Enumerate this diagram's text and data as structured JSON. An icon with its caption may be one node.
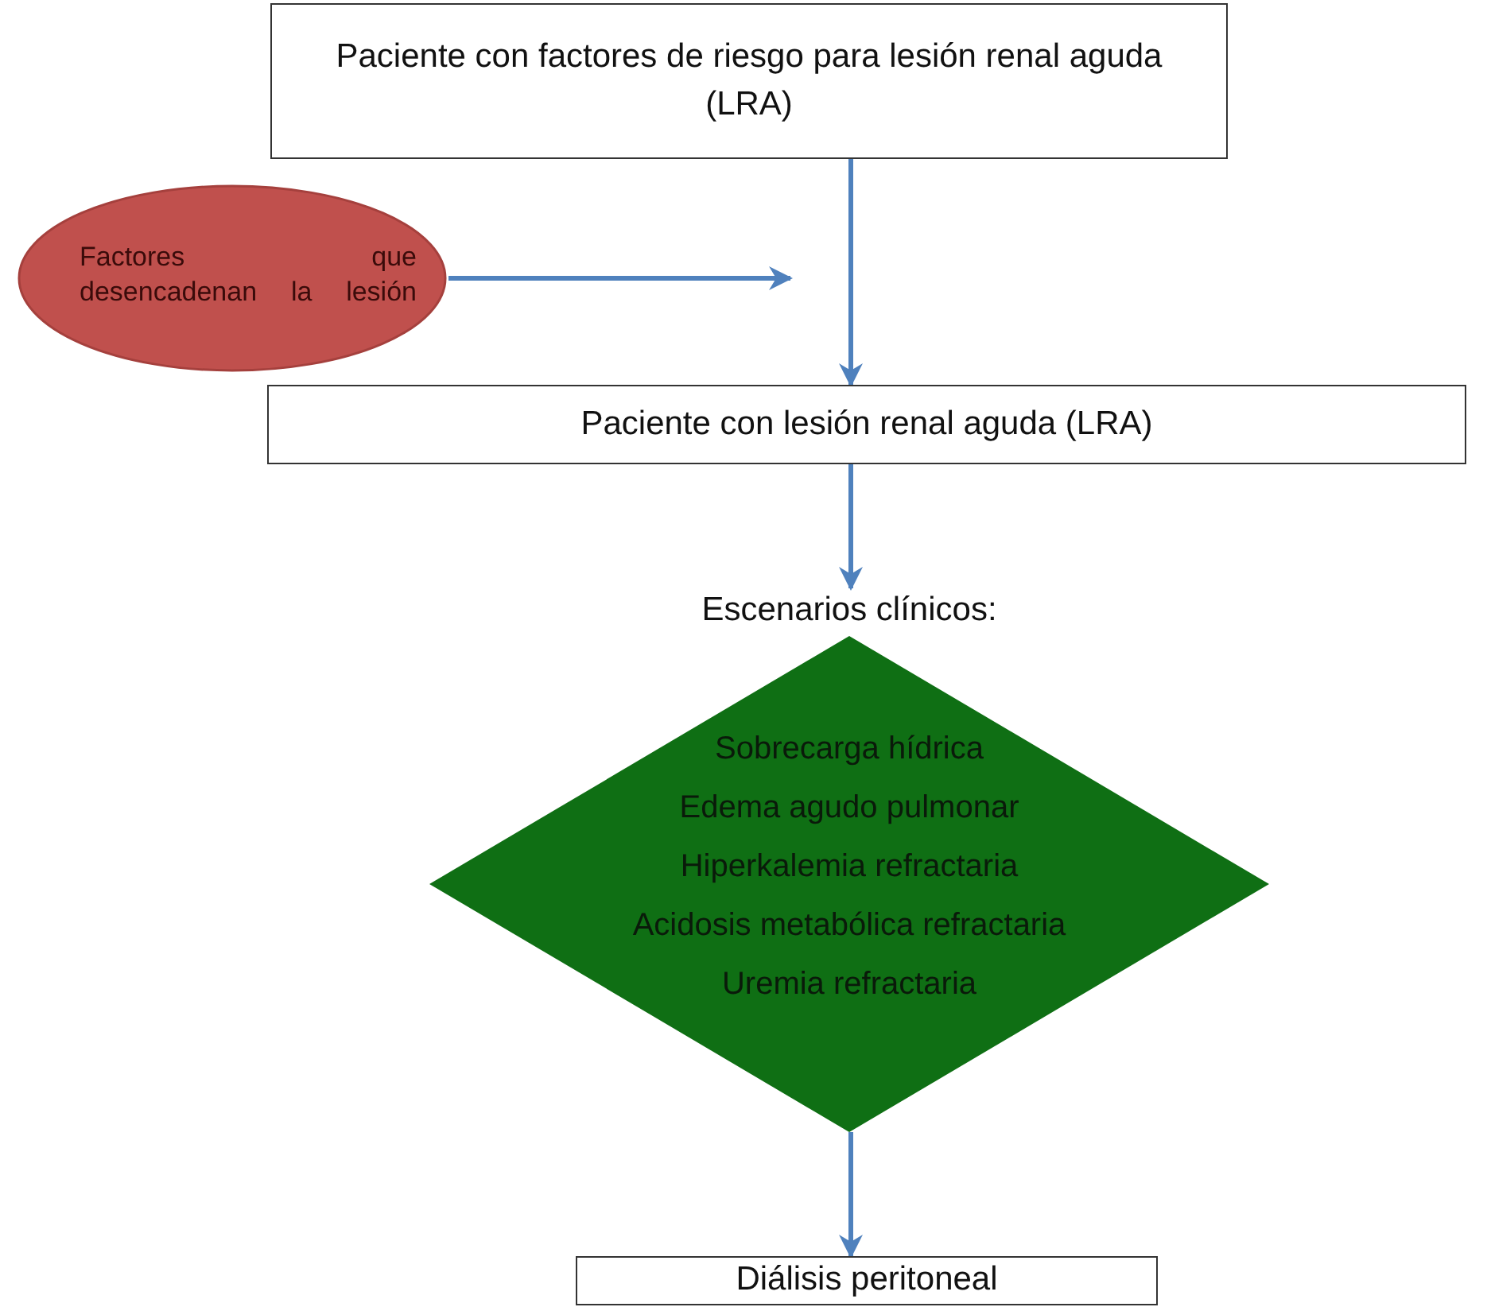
{
  "diagram": {
    "nodes": [
      {
        "text": [
          "Paciente con factores de riesgo para lesión renal aguda (LRA)"
        ]
      },
      {
        "text": [
          "Factores que desencadenan la lesión"
        ]
      },
      {
        "text": [
          "Paciente con lesión renal aguda (LRA)"
        ]
      },
      {
        "text": [
          "Escenarios clínicos:",
          "Sobrecarga hídrica",
          "Edema agudo pulmonar",
          "Hiperkalemia refractaria",
          "Acidosis metabólica refractaria",
          "Uremia refractaria"
        ]
      },
      {
        "text": [
          "Diálisis peritoneal"
        ]
      }
    ],
    "edges": [
      {
        "from": 0,
        "to": 2,
        "arrow": "to"
      },
      {
        "from": 1,
        "to": null,
        "arrow": "to"
      },
      {
        "from": 2,
        "to": 3,
        "arrow": "to"
      },
      {
        "from": 3,
        "to": 4,
        "arrow": "to"
      }
    ]
  }
}
